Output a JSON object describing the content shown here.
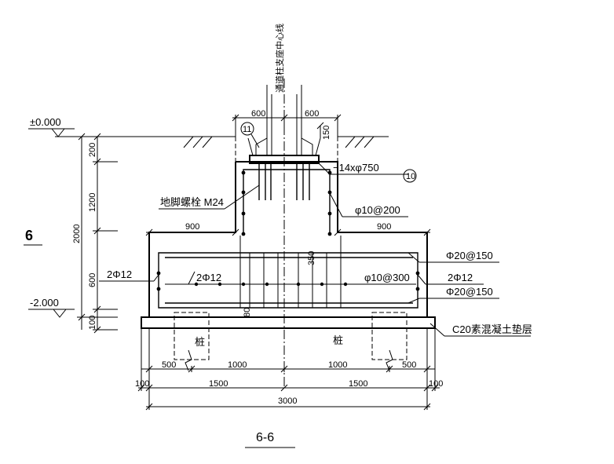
{
  "section_number": "6",
  "section_title": "6-6",
  "levels": {
    "top": "±0.000",
    "bottom": "-2.000"
  },
  "labels": {
    "centerline": "通道柱支座中心线",
    "anchor_bolt": "地脚螺栓 M24",
    "plate": "−14xφ750",
    "plate_callout": "10",
    "weld_callout": "11",
    "stirrup_pedestal": "φ10@200",
    "top_bars": "Φ20@150",
    "bottom_bars": "Φ20@150",
    "side_bars_right": "2Φ12",
    "side_bars_left": "2Φ12",
    "inner_bars": "2Φ12",
    "stirrup_footing": "φ10@300",
    "pile_left": "桩",
    "pile_right": "桩",
    "cushion": "C20素混凝土垫层"
  },
  "dims": {
    "ped_left": "600",
    "ped_right": "600",
    "plate_h": "150",
    "v200": "200",
    "v1200": "1200",
    "v2000": "2000",
    "v600": "600",
    "v100": "100",
    "step_left": "900",
    "step_right": "900",
    "v350": "350",
    "v80": "80",
    "b500_l": "500",
    "b1000_l": "1000",
    "b1000_r": "1000",
    "b500_r": "500",
    "c100_l": "100",
    "c1500_l": "1500",
    "c1500_r": "1500",
    "c100_r": "100",
    "total": "3000"
  }
}
